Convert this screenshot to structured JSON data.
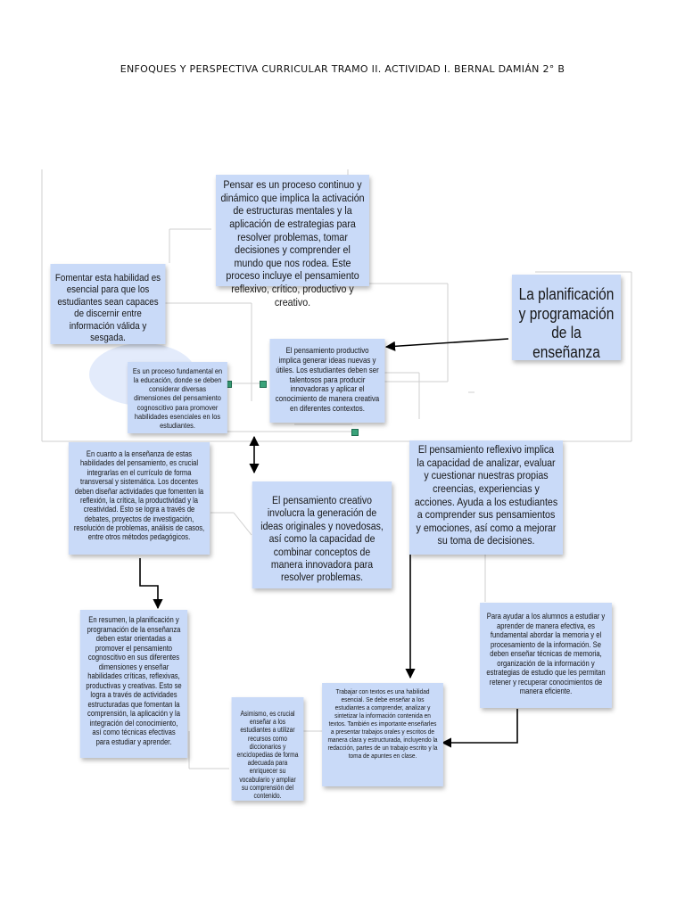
{
  "header": {
    "title": "ENFOQUES Y PERSPECTIVA CURRICULAR TRAMO II. ACTIVIDAD I. BERNAL DAMIÁN 2° B"
  },
  "nodes": {
    "pensar": "Pensar es un proceso continuo y dinámico que implica la activación de estructuras mentales y la aplicación de estrategias para resolver problemas, tomar decisiones y comprender el mundo que nos rodea. Este proceso incluye el pensamiento reflexivo, crítico, productivo y creativo.",
    "fomentar": "Fomentar esta habilidad es esencial para que los estudiantes sean capaces de discernir entre información válida y sesgada.",
    "planificacion": "La planificación y programación de la enseñanza",
    "productivo": "El pensamiento productivo implica generar ideas nuevas y útiles. Los estudiantes deben ser talentosos para producir innovadoras y aplicar el conocimiento de manera creativa en diferentes contextos.",
    "fundamental": "Es un proceso fundamental en la educación, donde se deben considerar diversas dimensiones del pensamiento cognoscitivo para promover habilidades esenciales en los estudiantes.",
    "ensenanza": "En cuanto a la enseñanza de estas habilidades del pensamiento, es crucial integrarlas en el currículo de forma transversal y sistemática. Los docentes deben diseñar actividades que fomenten la reflexión, la crítica, la productividad y la creatividad. Esto se logra a través de debates, proyectos de investigación, resolución de problemas, análisis de casos, entre otros métodos pedagógicos.",
    "creativo": "El pensamiento creativo involucra la generación de ideas originales y novedosas, así como la capacidad de combinar conceptos de manera innovadora para resolver problemas.",
    "reflexivo": "El pensamiento reflexivo implica la capacidad de analizar, evaluar y cuestionar nuestras propias creencias, experiencias y acciones. Ayuda a los estudiantes a comprender sus pensamientos y emociones, así como a mejorar su toma de decisiones.",
    "resumen": "En resumen, la planificación y programación de la enseñanza deben estar orientadas a promover el pensamiento cognoscitivo en sus diferentes dimensiones y enseñar habilidades críticas, reflexivas, productivas y creativas. Esto se logra a través de actividades estructuradas que fomentan la comprensión, la aplicación y la integración del conocimiento, así como técnicas efectivas para estudiar y aprender.",
    "ayudar": "Para ayudar a los alumnos a estudiar y aprender de manera efectiva, es fundamental abordar la memoria y el procesamiento de la información. Se deben enseñar técnicas de memoria, organización de la información y estrategias de estudio que les permitan retener y recuperar conocimientos de manera eficiente.",
    "asimismo": "Asimismo, es crucial enseñar a los estudiantes a utilizar recursos como diccionarios y enciclopedias de forma adecuada para enriquecer su vocabulario y ampliar su comprensión del contenido.",
    "textos": "Trabajar con textos es una habilidad esencial. Se debe enseñar a los estudiantes a comprender, analizar y sintetizar la información contenida en textos. También es importante enseñarles a presentar trabajos orales y escritos de manera clara y estructurada, incluyendo la redacción, partes de un trabajo escrito y la toma de apuntes en clase."
  },
  "colors": {
    "box_fill": "#c9daf8",
    "line": "#c8c8c8",
    "arrow": "#000000"
  }
}
